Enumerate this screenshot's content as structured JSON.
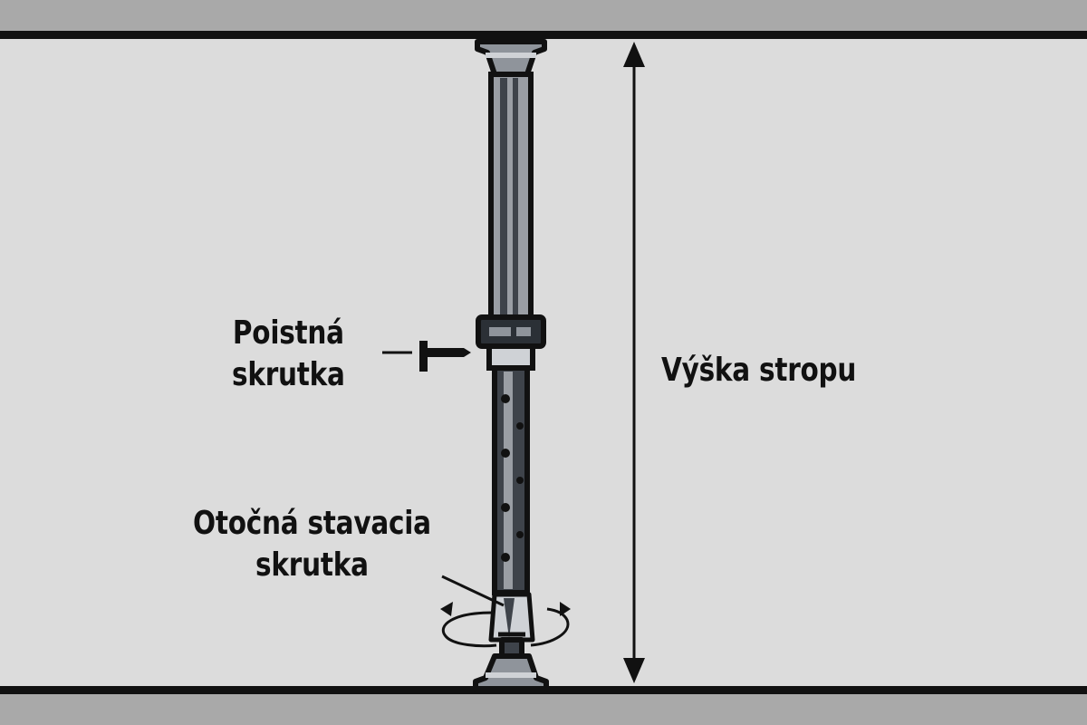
{
  "labels": {
    "lock_screw": [
      "Poistná",
      "skrutka"
    ],
    "rotary_screw": [
      "Otočná stavacia",
      "skrutka"
    ],
    "ceiling_height": "Výška stropu"
  },
  "colors": {
    "background": "#dcdcdc",
    "slab": "#a9a9a9",
    "line": "#111111",
    "prop_outer": "#9a9ea4",
    "prop_inner": "#3e434a",
    "highlight": "#cfd2d6"
  }
}
